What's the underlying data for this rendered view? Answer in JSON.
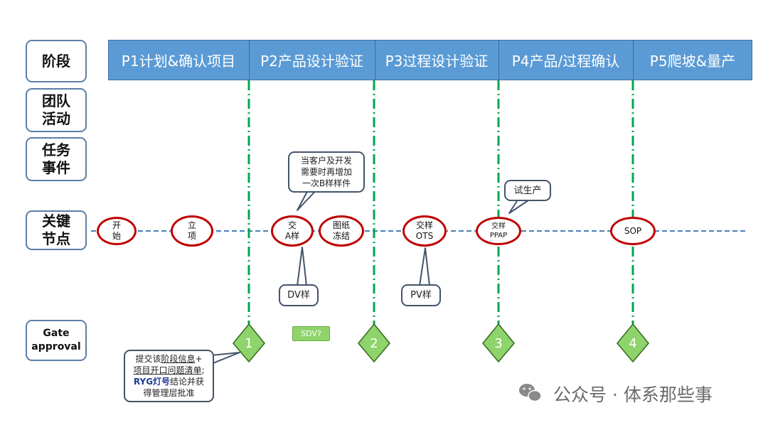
{
  "row_labels": {
    "stage": "阶段",
    "team_1": "团队",
    "team_2": "活动",
    "task_1": "任务",
    "task_2": "事件",
    "milestone_1": "关键",
    "milestone_2": "节点",
    "gate_1": "Gate",
    "gate_2": "approval"
  },
  "phases": [
    "P1计划&确认项目",
    "P2产品设计验证",
    "P3过程设计验证",
    "P4产品/过程确认",
    "P5爬坡&量产"
  ],
  "nodes": {
    "start": [
      "开",
      "始"
    ],
    "approve": [
      "立",
      "项"
    ],
    "a_sample": [
      "交",
      "A样"
    ],
    "drawing_freeze": [
      "图纸",
      "冻结"
    ],
    "ots": [
      "交样",
      "OTS"
    ],
    "ppap": [
      "交样",
      "PPAP"
    ],
    "sop": "SOP"
  },
  "callouts": {
    "b_sample": [
      "当客户及开发",
      "需要时再增加",
      "一次B样样件"
    ],
    "trial": "试生产",
    "dv": "DV样",
    "pv": "PV样",
    "gate_info": [
      "提交该",
      "阶段信息",
      "+",
      "项目开口问题清单",
      ";",
      "RYG灯号",
      "结论并获",
      "得管理层批准"
    ]
  },
  "gates": [
    "1",
    "2",
    "3",
    "4"
  ],
  "sdv": "SDV?",
  "watermark": "公众号 · 体系那些事",
  "colors": {
    "phase_fill": "#5b9bd5",
    "node_border": "#c00000",
    "gate_green": "#8fd36b",
    "gate_line": "#00a651",
    "timeline": "#4a7fb5",
    "callout_border": "#44546a"
  }
}
